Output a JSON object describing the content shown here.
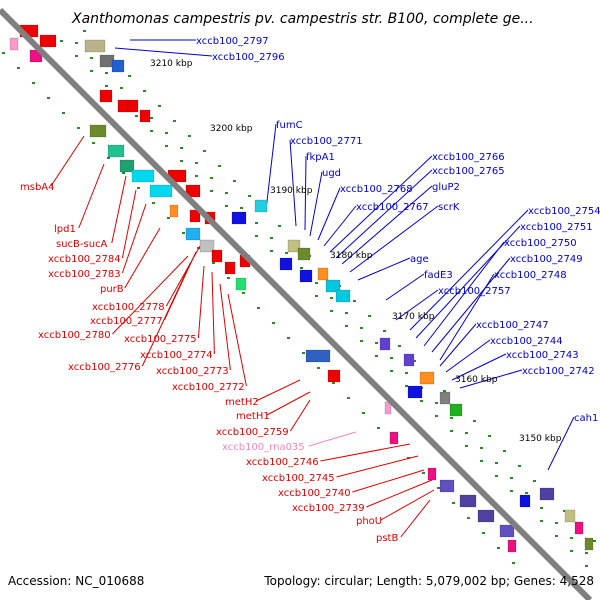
{
  "title": "Xanthomonas campestris pv. campestris str. B100, complete ge...",
  "accession": "Accession: NC_010688",
  "topology": "Topology: circular; Length: 5,079,002 bp; Genes: 4,528",
  "kbp_ticks": [
    "3210 kbp",
    "3200 kbp",
    "3190 kbp",
    "3180 kbp",
    "3170 kbp",
    "3160 kbp",
    "3150 kbp"
  ],
  "labels_right": [
    "xccb100_2797",
    "xccb100_2796",
    "fumC",
    "xccb100_2771",
    "fkpA1",
    "ugd",
    "xccb100_2768",
    "xccb100_2767",
    "xccb100_2766",
    "xccb100_2765",
    "gluP2",
    "scrK",
    "age",
    "fadE3",
    "xccb100_2757",
    "xccb100_2754",
    "xccb100_2751",
    "xccb100_2750",
    "xccb100_2749",
    "xccb100_2748",
    "xccb100_2747",
    "xccb100_2744",
    "xccb100_2743",
    "xccb100_2742",
    "cah1"
  ],
  "labels_left": [
    "msbA4",
    "lpd1",
    "sucB-sucA",
    "xccb100_2784",
    "xccb100_2783",
    "purB",
    "xccb100_2778",
    "xccb100_2777",
    "xccb100_2780",
    "xccb100_2775",
    "xccb100_2774",
    "xccb100_2776",
    "xccb100_2773",
    "xccb100_2772",
    "metH2",
    "metH1",
    "xccb100_2759",
    "xccb100_rna035",
    "xccb100_2746",
    "xccb100_2745",
    "xccb100_2740",
    "xccb100_2739",
    "phoU",
    "pstB"
  ],
  "colors": {
    "backbone": "#7f7f7f",
    "forward_label": "#0000cc",
    "reverse_label": "#dd0000",
    "rna_label": "#ee88bb",
    "tick": "#2a8a2a"
  }
}
